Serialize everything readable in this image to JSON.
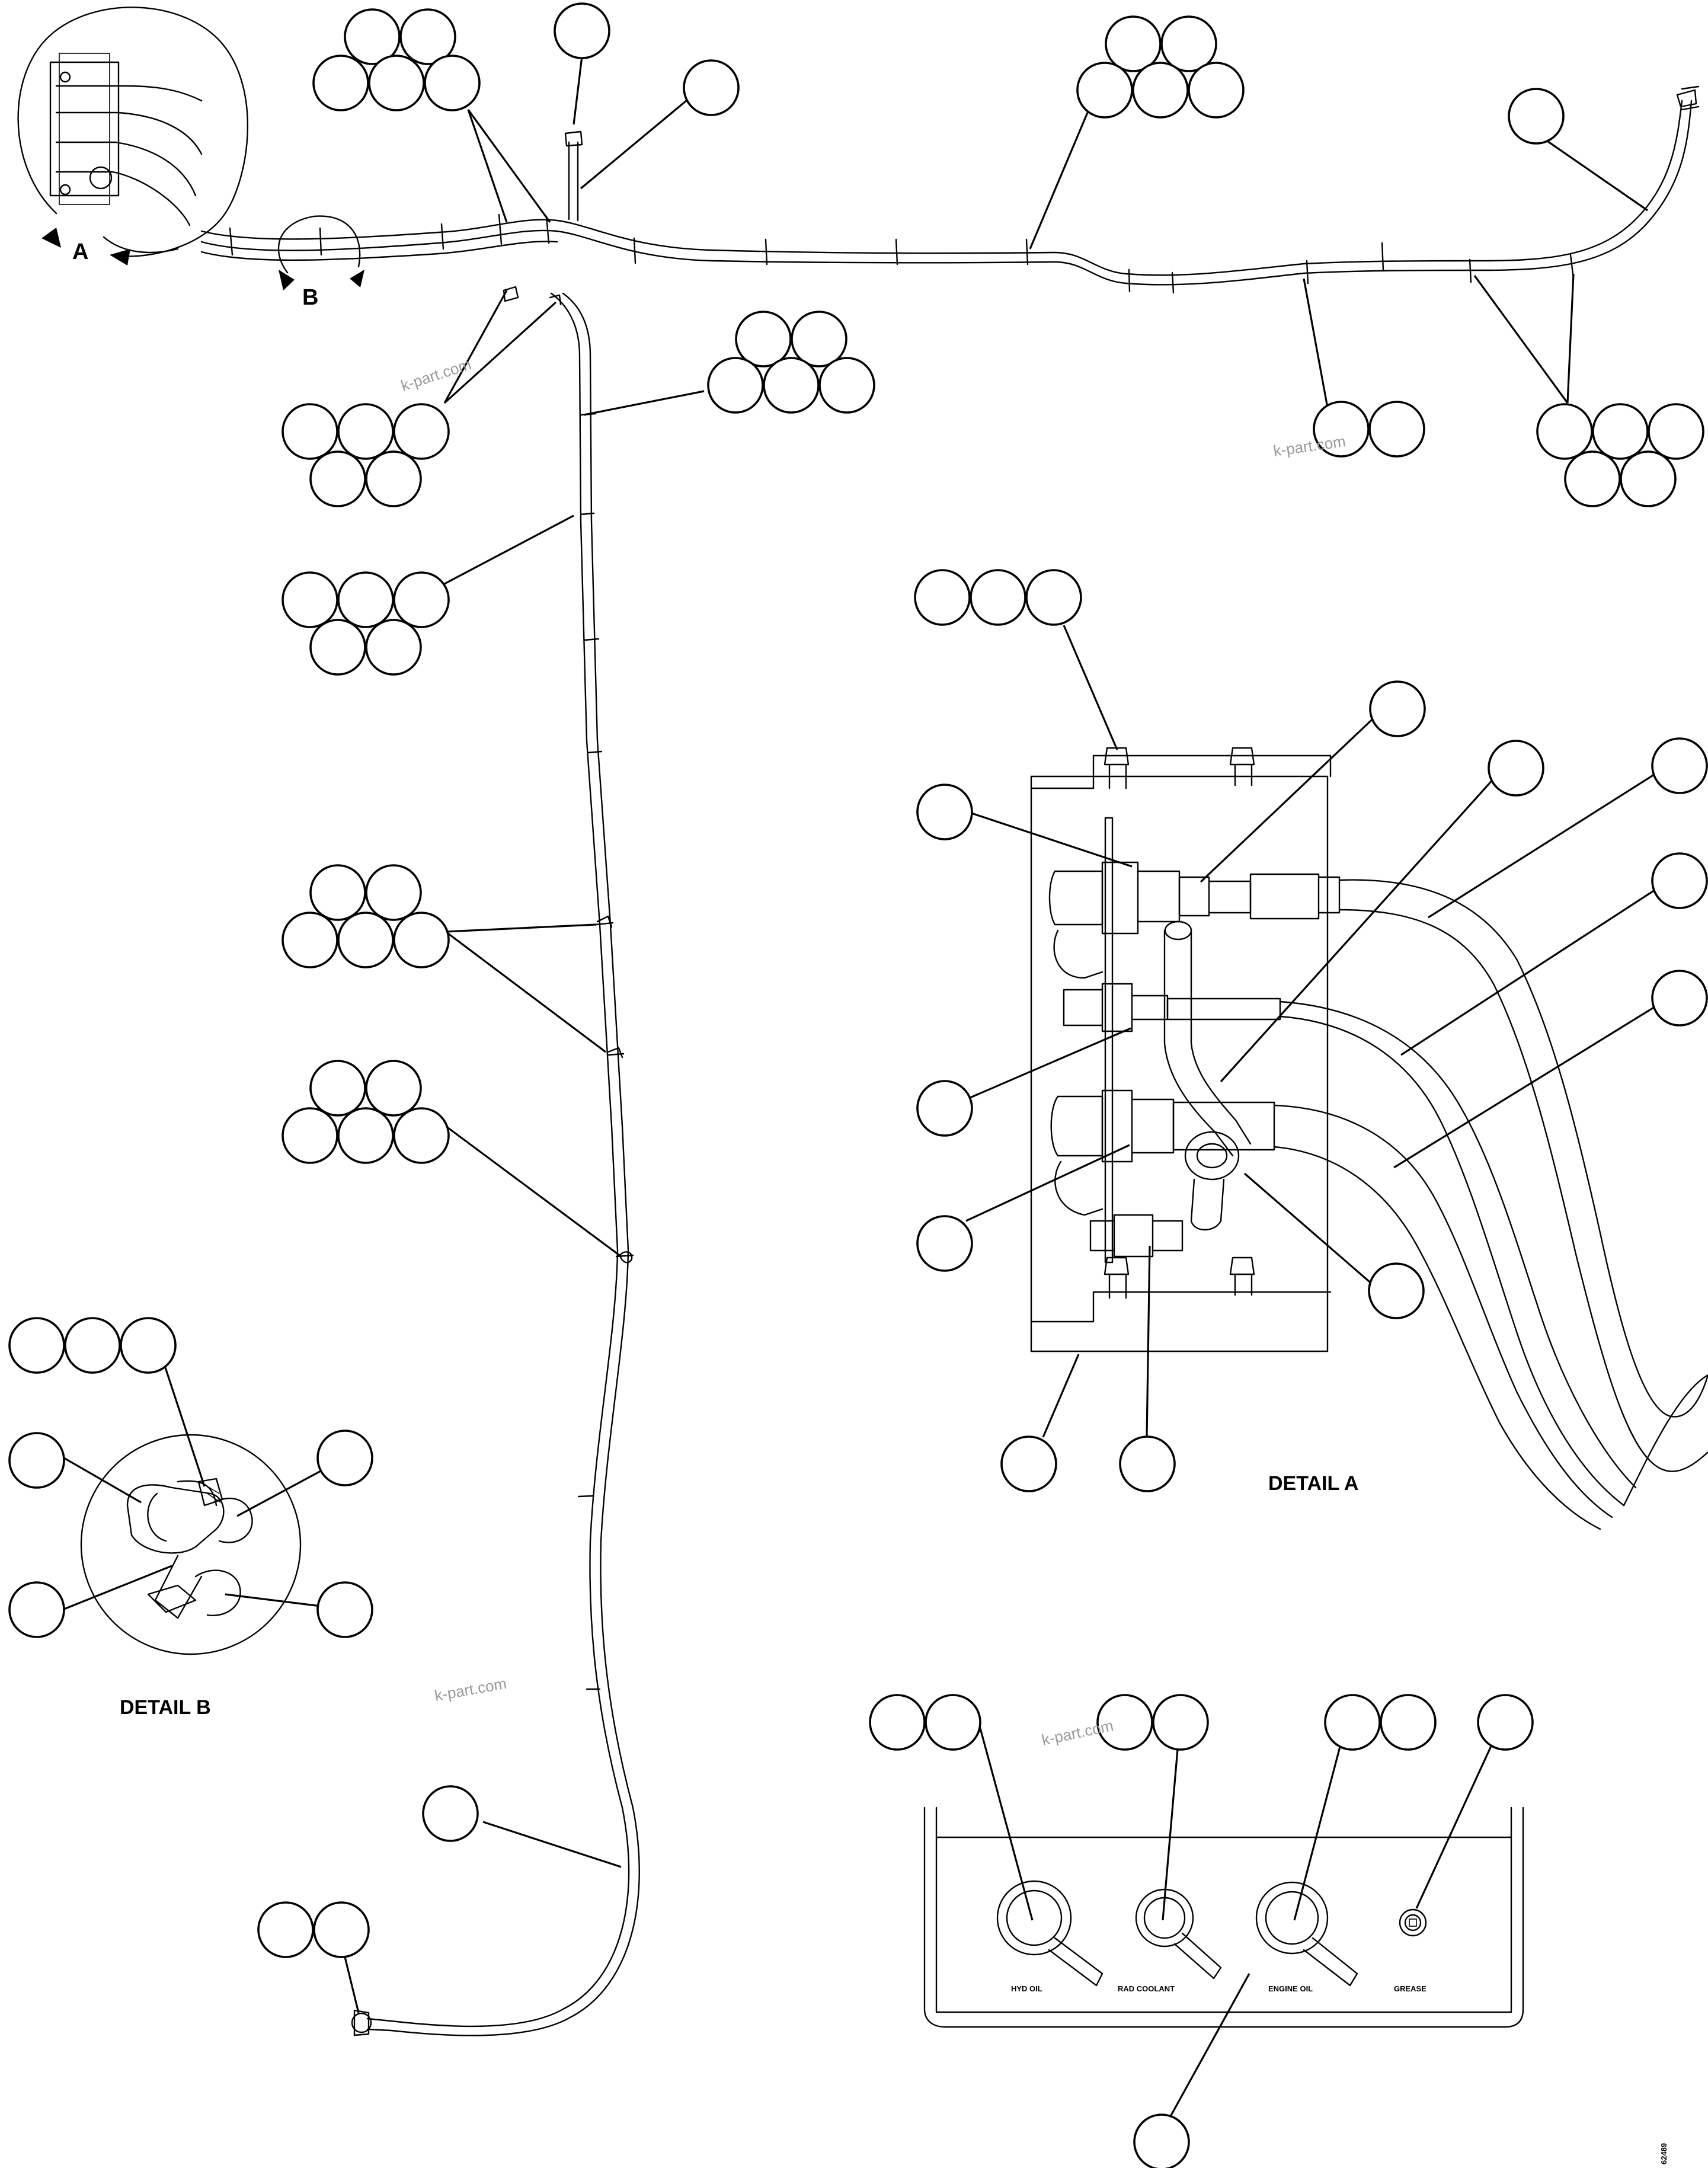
{
  "labels": {
    "view_a": "A",
    "view_b": "B",
    "detail_a_title": "DETAIL A",
    "detail_b_title": "DETAIL B",
    "drawing_number": "62489"
  },
  "panel_labels": {
    "hyd_oil": "HYD OIL",
    "rad_coolant": "RAD COOLANT",
    "engine_oil": "ENGINE OIL",
    "grease": "GREASE"
  },
  "watermark": "k-part.com",
  "colors": {
    "line": "#000000",
    "background": "#ffffff",
    "watermark": "#9a9a9a"
  }
}
